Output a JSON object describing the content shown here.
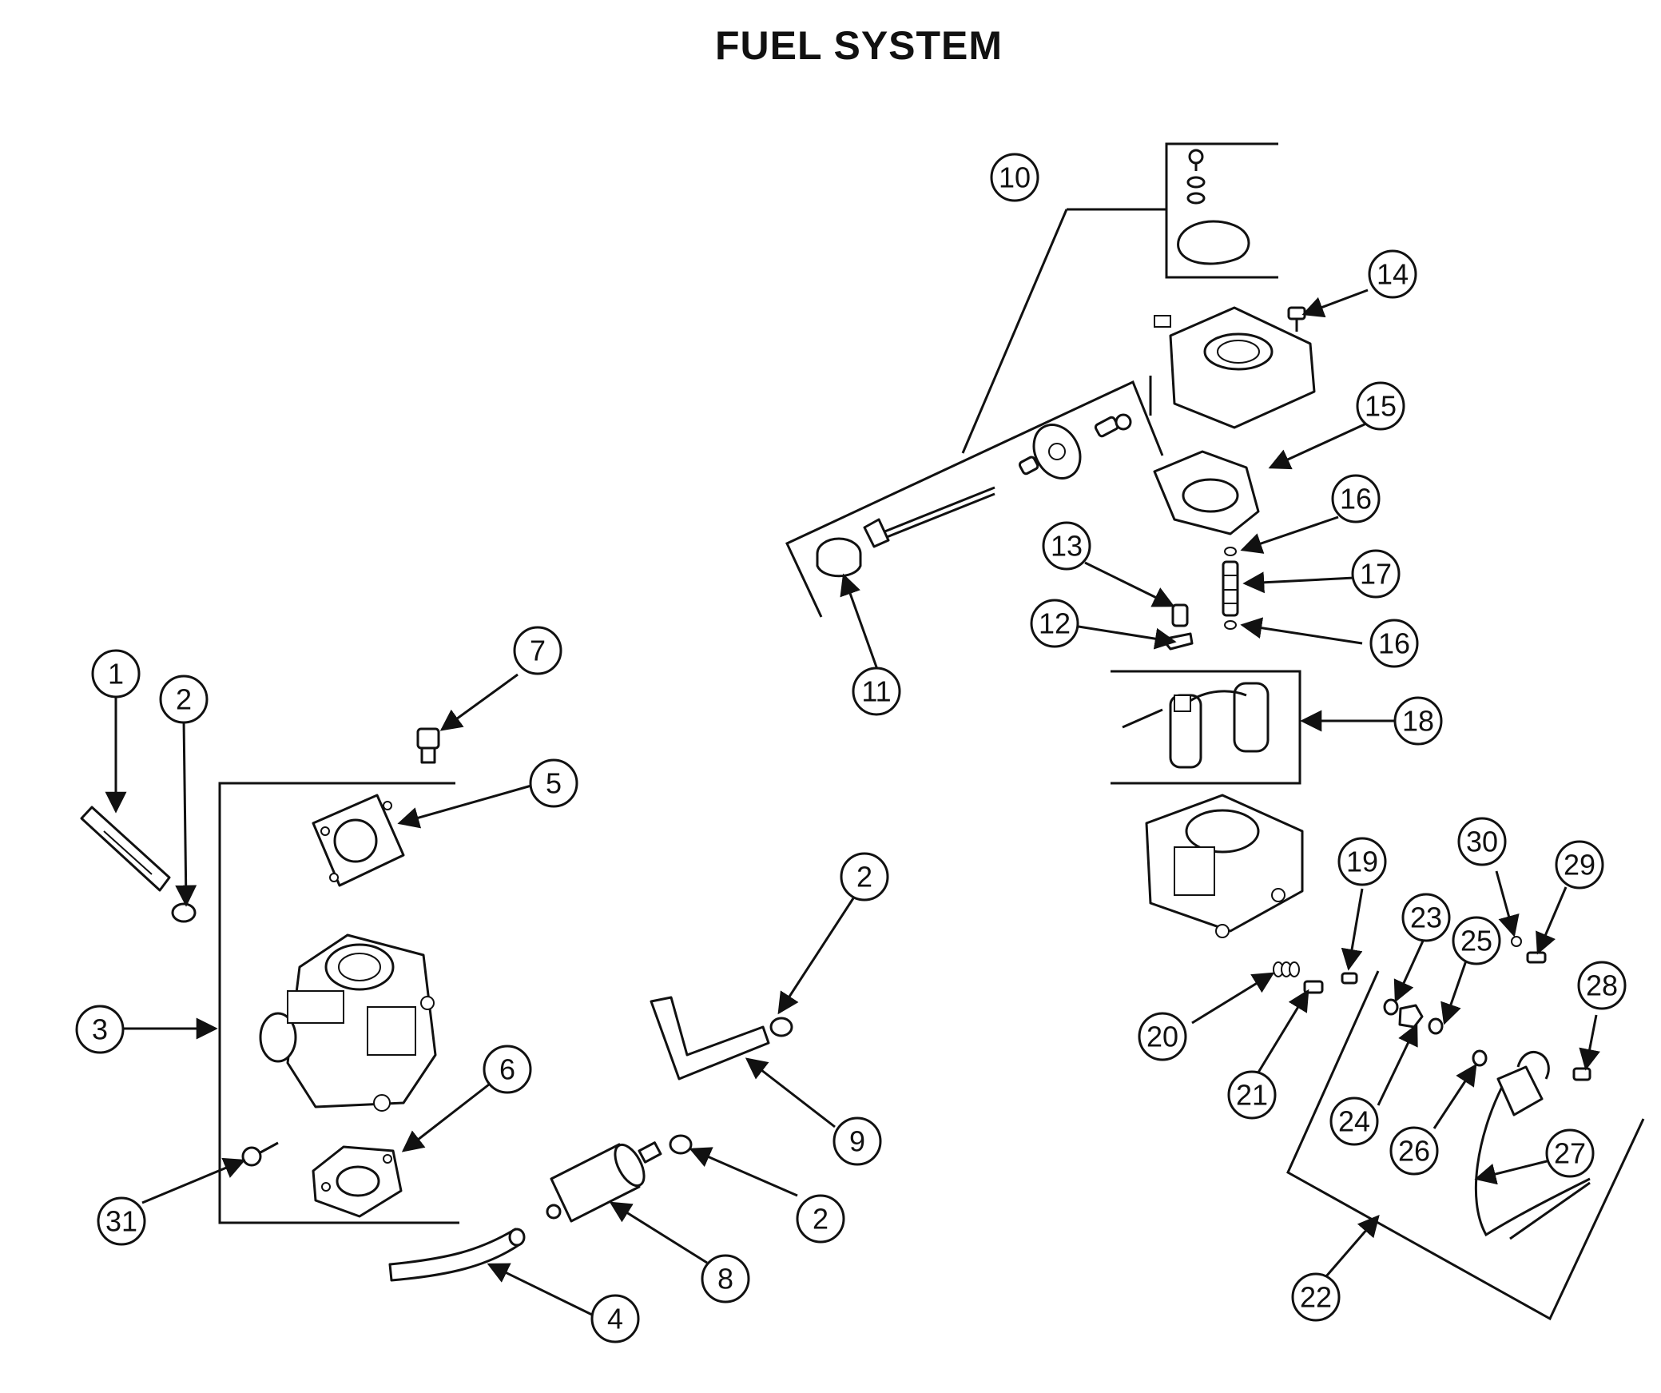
{
  "title": "FUEL SYSTEM",
  "callouts": [
    {
      "id": "c1",
      "number": "1"
    },
    {
      "id": "c2a",
      "number": "2"
    },
    {
      "id": "c2b",
      "number": "2"
    },
    {
      "id": "c2c",
      "number": "2"
    },
    {
      "id": "c3",
      "number": "3"
    },
    {
      "id": "c4",
      "number": "4"
    },
    {
      "id": "c5",
      "number": "5"
    },
    {
      "id": "c6",
      "number": "6"
    },
    {
      "id": "c7",
      "number": "7"
    },
    {
      "id": "c8",
      "number": "8"
    },
    {
      "id": "c9",
      "number": "9"
    },
    {
      "id": "c10",
      "number": "10"
    },
    {
      "id": "c11",
      "number": "11"
    },
    {
      "id": "c12",
      "number": "12"
    },
    {
      "id": "c13",
      "number": "13"
    },
    {
      "id": "c14",
      "number": "14"
    },
    {
      "id": "c15",
      "number": "15"
    },
    {
      "id": "c16a",
      "number": "16"
    },
    {
      "id": "c16b",
      "number": "16"
    },
    {
      "id": "c17",
      "number": "17"
    },
    {
      "id": "c18",
      "number": "18"
    },
    {
      "id": "c19",
      "number": "19"
    },
    {
      "id": "c20",
      "number": "20"
    },
    {
      "id": "c21",
      "number": "21"
    },
    {
      "id": "c22",
      "number": "22"
    },
    {
      "id": "c23",
      "number": "23"
    },
    {
      "id": "c24",
      "number": "24"
    },
    {
      "id": "c25",
      "number": "25"
    },
    {
      "id": "c26",
      "number": "26"
    },
    {
      "id": "c27",
      "number": "27"
    },
    {
      "id": "c28",
      "number": "28"
    },
    {
      "id": "c29",
      "number": "29"
    },
    {
      "id": "c30",
      "number": "30"
    },
    {
      "id": "c31",
      "number": "31"
    }
  ]
}
